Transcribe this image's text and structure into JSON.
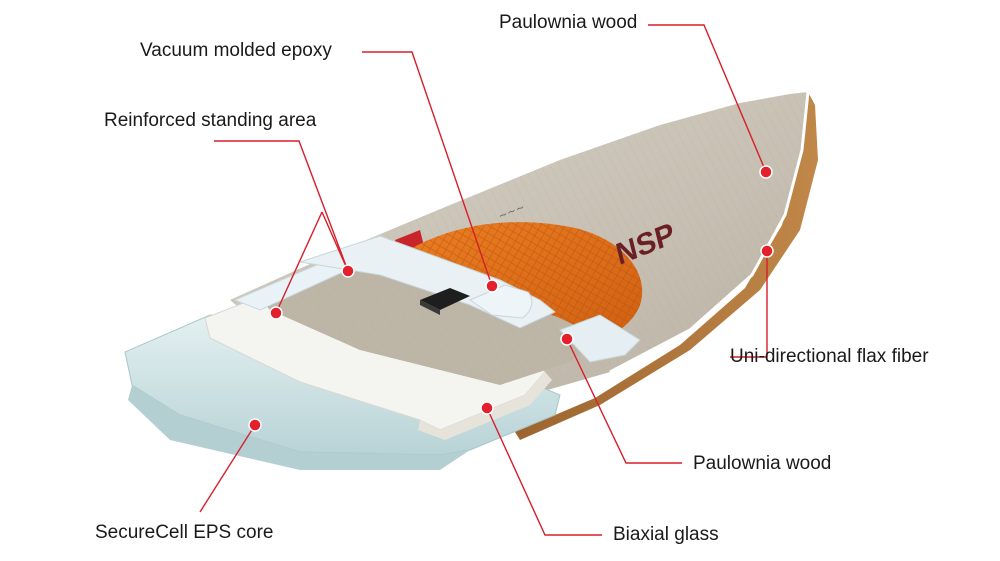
{
  "colors": {
    "leader": "#d81e2a",
    "marker": "#e3202c",
    "label_text": "#1a1a1a",
    "deck_wood": "#c8c1b5",
    "rail_wood": "#b57a3f",
    "pad_orange": "#e0701a",
    "foam": "#cfe3e6",
    "glass": "#f2f3ef",
    "brand_logo": "#6b1f24"
  },
  "brand_logo": "NSP",
  "labels": {
    "vacuum": "Vacuum molded epoxy",
    "paulownia_top": "Paulownia wood",
    "reinforced": "Reinforced standing area",
    "flax": "Uni-directional flax fiber",
    "paulownia_bottom": "Paulownia wood",
    "core": "SecureCell EPS core",
    "biaxial": "Biaxial glass"
  }
}
